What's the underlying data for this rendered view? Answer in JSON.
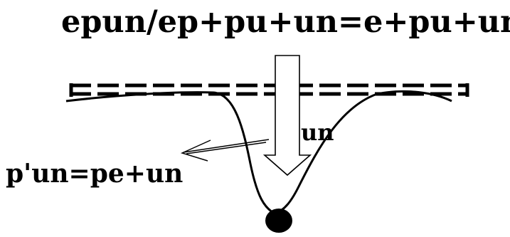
{
  "diagram": {
    "top_equation": "epun/ep+pu+un=e+pu+un",
    "inner_label": "un",
    "bottom_equation": "p'un=pe+un"
  },
  "colors": {
    "ink": "#000000",
    "background": "#ffffff"
  }
}
